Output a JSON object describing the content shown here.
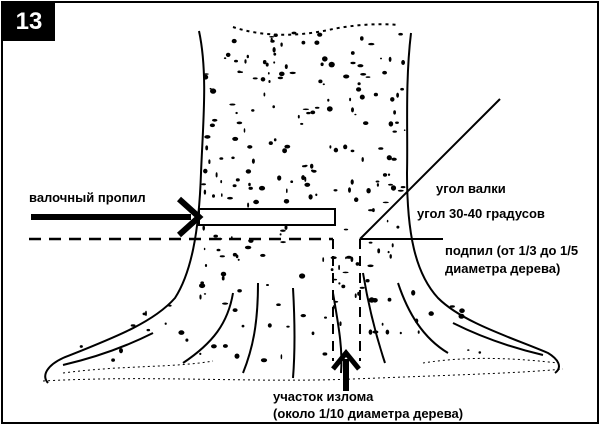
{
  "figure_number": "13",
  "labels": {
    "felling_cut": "валочный пропил",
    "felling_angle": "угол валки",
    "angle_range": "угол 30-40 градусов",
    "undercut_line1": "подпил (от 1/3 до 1/5",
    "undercut_line2": "диаметра дерева)",
    "break_zone_line1": "участок излома",
    "break_zone_line2": "(около 1/10 диаметра дерева)"
  },
  "colors": {
    "ink": "#000000",
    "background": "#ffffff"
  }
}
